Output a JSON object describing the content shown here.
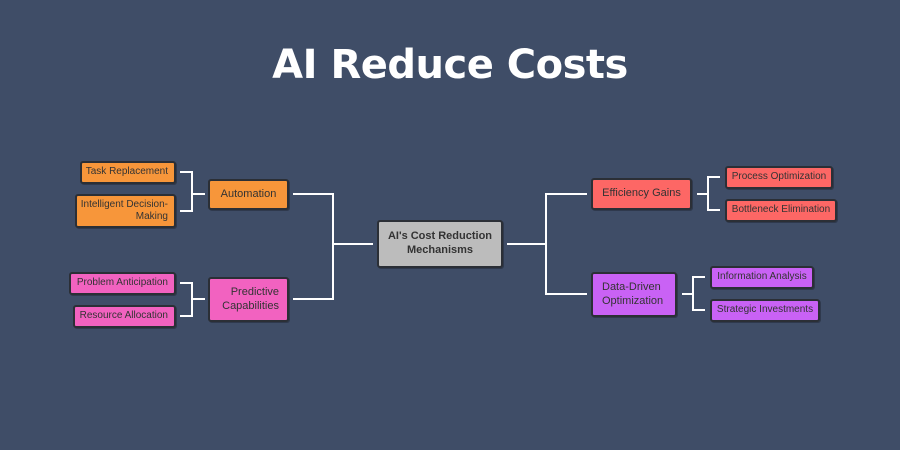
{
  "title": "AI Reduce Costs",
  "center": "AI's Cost Reduction Mechanisms",
  "left": [
    {
      "label": "Automation",
      "color": "#f7963a",
      "children": [
        "Task Replacement",
        "Intelligent Decision-Making"
      ]
    },
    {
      "label": "Predictive Capabilities",
      "color": "#f262c0",
      "children": [
        "Problem Anticipation",
        "Resource Allocation"
      ]
    }
  ],
  "right": [
    {
      "label": "Efficiency Gains",
      "color": "#fd6765",
      "children": [
        "Process Optimization",
        "Bottleneck Elimination"
      ]
    },
    {
      "label": "Data-Driven Optimization",
      "color": "#c962f5",
      "children": [
        "Information Analysis",
        "Strategic Investments"
      ]
    }
  ]
}
